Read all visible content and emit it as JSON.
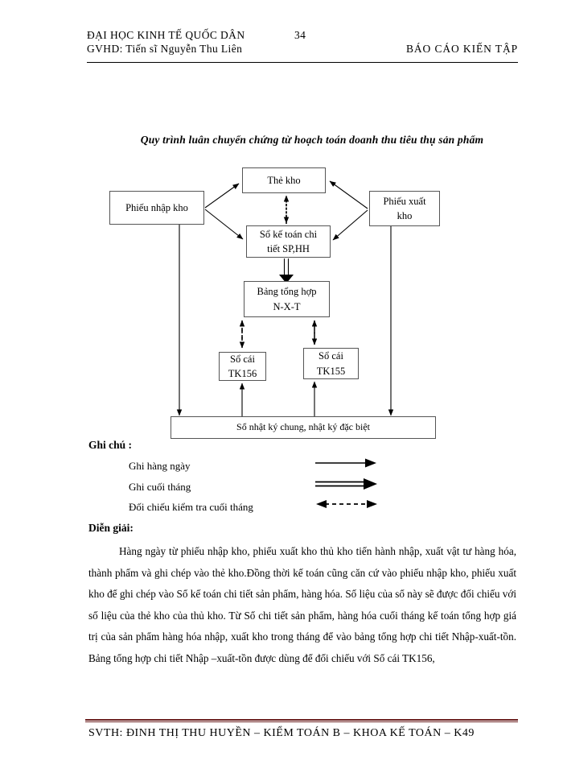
{
  "header": {
    "university": "ĐẠI HỌC KINH TẾ QUỐC DÂN",
    "page_number": "34",
    "advisor": "GVHD: Tiến sĩ Nguyễn Thu Liên",
    "report_title": "BÁO CÁO KIẾN TẬP"
  },
  "diagram": {
    "title": "Quy trình luân chuyển chứng từ hoạch toán doanh thu tiêu thụ sản phẩm",
    "nodes": {
      "the_kho": "Thẻ kho",
      "phieu_nhap_kho": "Phiếu nhập kho",
      "phieu_xuat_kho_line1": "Phiếu xuất",
      "phieu_xuat_kho_line2": "kho",
      "so_ke_toan_line1": "Sổ kế toán chi",
      "so_ke_toan_line2": "tiết SP,HH",
      "bang_tong_hop_line1": "Bảng tổng hợp",
      "bang_tong_hop_line2": "N-X-T",
      "so_cai_156_line1": "Sổ cái",
      "so_cai_156_line2": "TK156",
      "so_cai_155_line1": "Sổ cái",
      "so_cai_155_line2": "TK155",
      "so_nhat_ky": "Sổ nhật ký chung, nhật ký đặc biệt"
    }
  },
  "legend": {
    "heading": "Ghi chú :",
    "items": [
      {
        "label": "Ghi hàng ngày",
        "arrow": "solid-arrow"
      },
      {
        "label": "Ghi cuối tháng",
        "arrow": "double-line-arrow"
      },
      {
        "label": "Đối chiếu kiểm tra cuối tháng",
        "arrow": "dashed-double-arrow"
      }
    ]
  },
  "explanation": {
    "heading": "Diễn giải:",
    "paragraph": "Hàng ngày từ phiếu nhập kho, phiếu xuất kho thủ kho tiến hành nhập, xuất vật tư hàng hóa, thành phẩm và ghi chép vào thẻ kho.Đồng thời kế toán cũng căn cứ vào phiếu nhập kho, phiếu xuất kho để ghi chép vào Sổ kế toán chi tiết sản phẩm, hàng hóa. Số liệu của sổ này sẽ được đối chiếu với số liệu của thẻ kho của thủ kho. Từ Sổ chi tiết sản phẩm, hàng hóa cuối tháng kế toán tổng hợp giá trị của sản phẩm hàng hóa nhập, xuất kho trong tháng để vào bảng tổng hợp chi tiết Nhập-xuất-tồn. Bảng tổng hợp chi tiết Nhập –xuất-tồn được dùng để đối chiếu với Sổ cái TK156,"
  },
  "footer": {
    "text": "SVTH:  ĐINH THỊ  THU HUYỀN  – KIỂM TOÁN  B – KHOA KẾ TOÁN  – K49",
    "rule_color": "#6b1f1f"
  }
}
